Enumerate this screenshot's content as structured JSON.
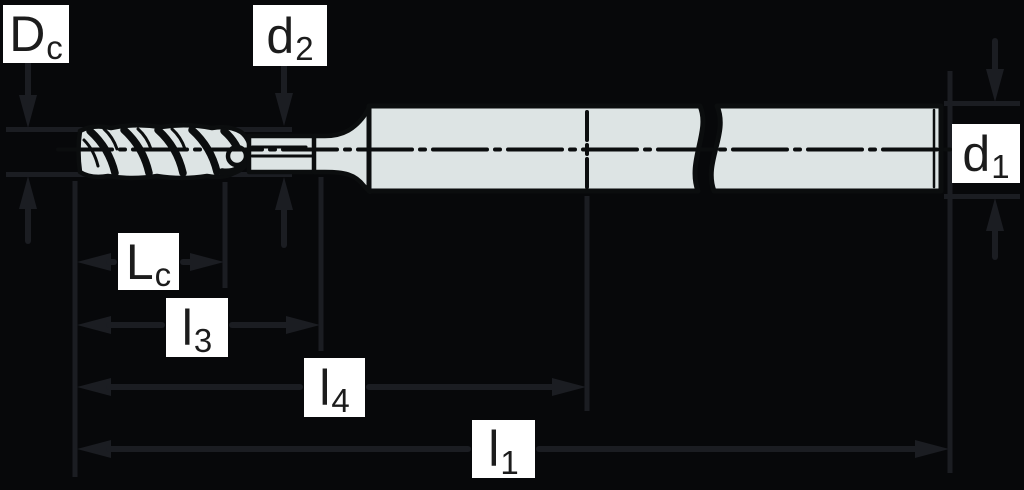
{
  "colors": {
    "background": "#07080a",
    "dimension_color": "#1b1d22",
    "tool_fill": "#dde4e4",
    "tool_outline": "#0b0d0e",
    "label_background": "#ffffff",
    "label_text": "#1c1c1c"
  },
  "labels": {
    "dc": {
      "main": "D",
      "sub": "c"
    },
    "d2": {
      "main": "d",
      "sub": "2"
    },
    "d1": {
      "main": "d",
      "sub": "1"
    },
    "lc": {
      "main": "L",
      "sub": "c"
    },
    "l3": {
      "main": "l",
      "sub": "3"
    },
    "l4": {
      "main": "l",
      "sub": "4"
    },
    "l1": {
      "main": "l",
      "sub": "1"
    }
  }
}
